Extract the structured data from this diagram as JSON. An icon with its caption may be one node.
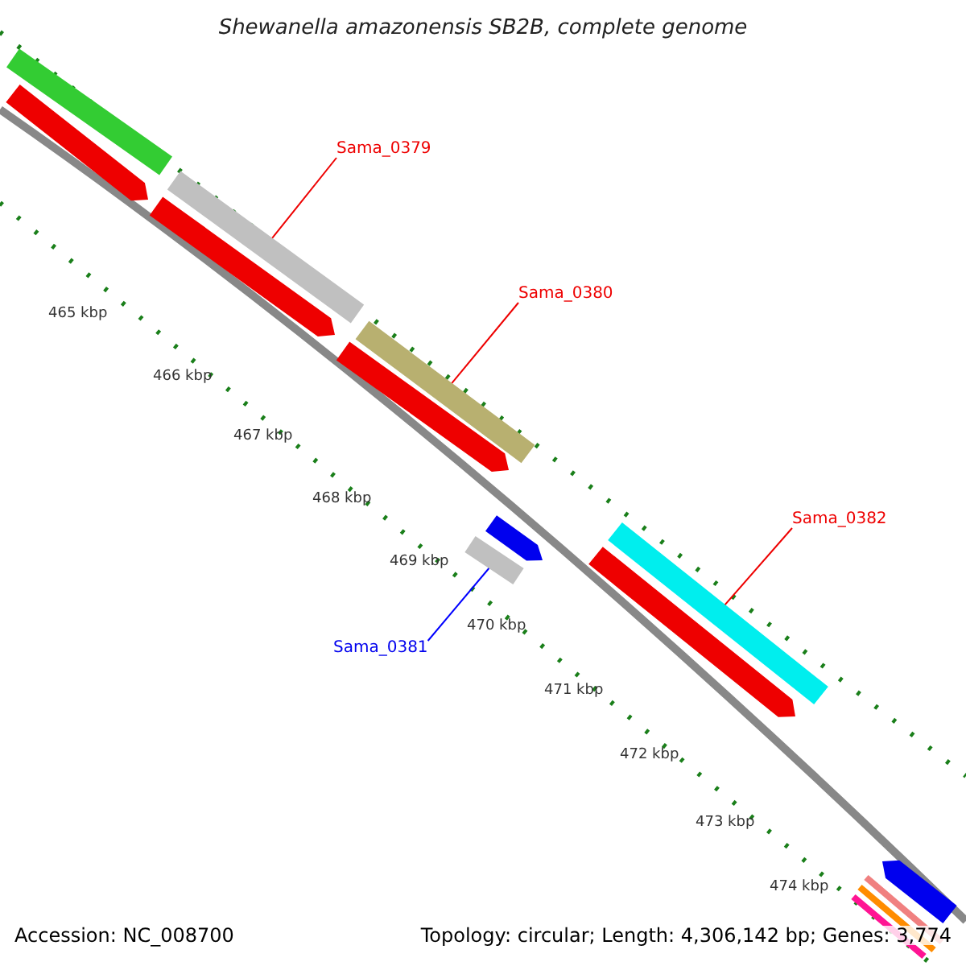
{
  "diagram": {
    "title": "Shewanella amazonensis SB2B, complete genome",
    "nodes": [
      {
        "text": [
          "Sama_0379"
        ]
      },
      {
        "text": [
          "Sama_0380"
        ]
      },
      {
        "text": [
          "Sama_0382"
        ]
      },
      {
        "text": [
          "Sama_0381"
        ]
      },
      {
        "text": [],
        "shape": "bar"
      },
      {
        "text": [],
        "shape": "bar"
      },
      {
        "text": [],
        "shape": "bar"
      },
      {
        "text": [],
        "shape": "bar"
      }
    ],
    "edges": [
      {
        "from": 0,
        "to": 4,
        "arrow": "none"
      },
      {
        "from": 1,
        "to": 5,
        "arrow": "none"
      },
      {
        "from": 2,
        "to": 6,
        "arrow": "none"
      },
      {
        "from": 3,
        "to": 7,
        "arrow": "none",
        "color": "#0000ff"
      }
    ],
    "labels": [
      "465 kbp",
      "466 kbp",
      "467 kbp",
      "468 kbp",
      "469 kbp",
      "470 kbp",
      "471 kbp",
      "472 kbp",
      "473 kbp",
      "474 kbp",
      "Accession: NC_008700",
      "Topology: circular; Length: 4,306,142 bp; Genes: 3,774"
    ]
  }
}
